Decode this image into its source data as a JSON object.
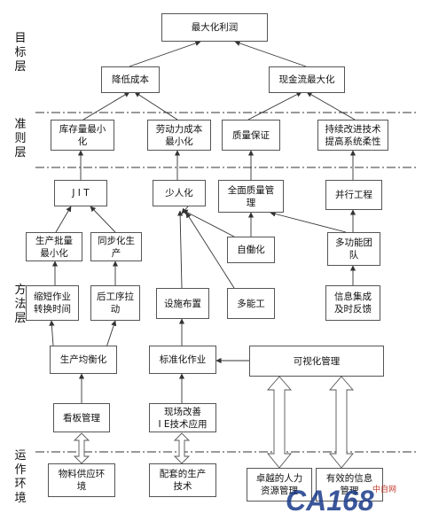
{
  "layers": {
    "goal": "目\n标\n层",
    "criteria": "准\n则\n层",
    "method": "方\n法\n层",
    "environment": "运\n作\n环\n境"
  },
  "nodes": {
    "max_profit": "最大化利润",
    "reduce_cost": "降低成本",
    "max_cashflow": "现金流最大化",
    "min_inventory": "库存量最小\n化",
    "min_labor_cost": "劳动力成本\n最小化",
    "quality_assurance": "质量保证",
    "continuous_improvement": "持续改进技术\n提高系统柔性",
    "jit": "J I T",
    "few_people": "少人化",
    "tqm": "全面质量管\n理",
    "concurrent_eng": "并行工程",
    "min_batch": "生产批量\n最小化",
    "synchronized": "同步化生\n产",
    "jidoka": "自働化",
    "multi_team": "多功能团\n队",
    "short_changeover": "缩短作业\n转换时间",
    "pull_process": "后工序拉\n动",
    "facility_layout": "设施布置",
    "multi_skill": "多能工",
    "info_feedback": "信息集成\n及时反馈",
    "leveling": "生产均衡化",
    "standard_work": "标准化作业",
    "visual_mgmt": "可视化管理",
    "kanban": "看板管理",
    "site_improve": "现场改善\nI E技术应用",
    "supply_env": "物料供应环\n境",
    "support_tech": "配套的生产\n技术",
    "hr_env": "卓越的人力\n资源管理",
    "info_env": "有效的信息\n管理"
  },
  "watermark": {
    "logo_text": "CA168",
    "site_text": "中自网"
  },
  "colors": {
    "line": "#555555",
    "watermark": "#1a3a8a",
    "watermark_accent": "#c0392b"
  }
}
